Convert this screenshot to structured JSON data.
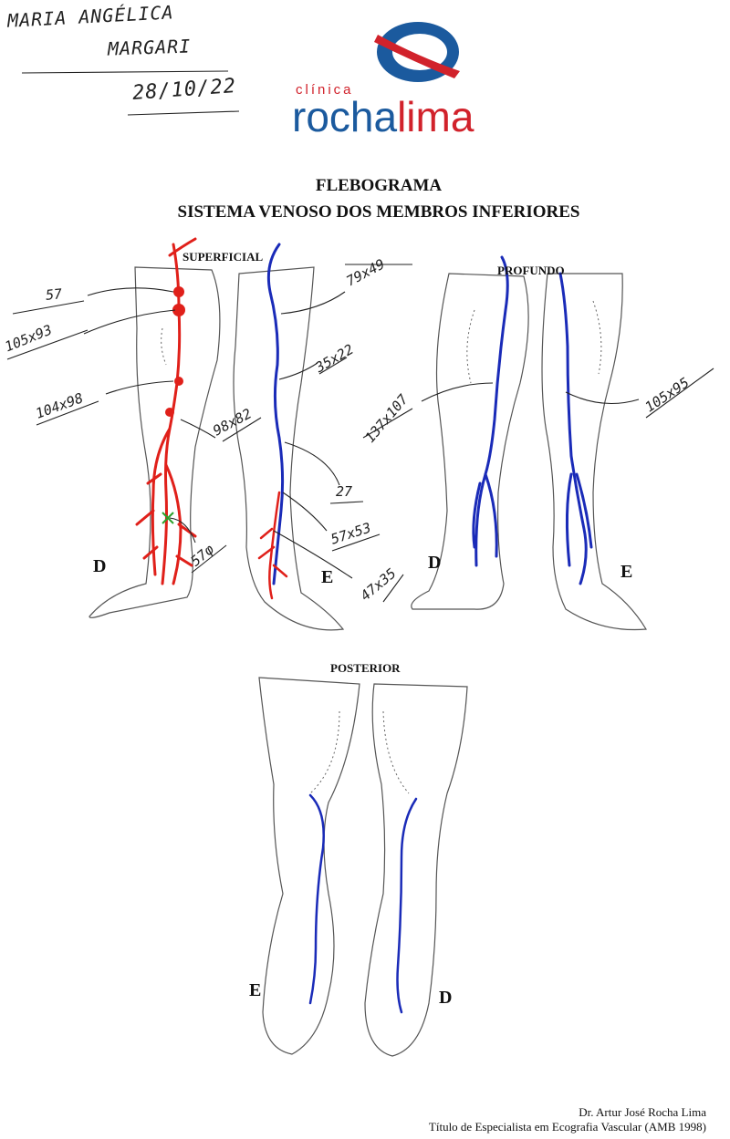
{
  "header": {
    "patient_name_line1": "MARIA ANGÉLICA",
    "patient_name_line2": "MARGARI",
    "date": "28/10/22",
    "logo": {
      "small": "clínica",
      "word_part1": "rocha",
      "word_part2": "lima"
    }
  },
  "titles": {
    "line1": "FLEBOGRAMA",
    "line2": "SISTEMA VENOSO DOS MEMBROS INFERIORES"
  },
  "sections": {
    "superficial": "SUPERFICIAL",
    "profundo": "PROFUNDO",
    "posterior": "POSTERIOR"
  },
  "side_letters": {
    "superficial_right": "D",
    "superficial_left": "E",
    "profundo_right": "D",
    "profundo_left": "E",
    "posterior_left": "E",
    "posterior_right": "D"
  },
  "measurements": {
    "sup_d_1": "57",
    "sup_d_2": "105x93",
    "sup_d_3": "104x98",
    "sup_d_4": "98x82",
    "sup_d_5": "57φ",
    "sup_e_1": "79x49",
    "sup_e_2": "35x22",
    "sup_e_3": "27",
    "sup_e_4": "57x53",
    "sup_e_5": "47x35",
    "prof_d_1": "137x107",
    "prof_e_1": "105x95"
  },
  "footer": {
    "doctor": "Dr. Artur José Rocha Lima",
    "title": "Título de Especialista em Ecografia Vascular (AMB 1998)"
  },
  "colors": {
    "vein_blue": "#1a2bb8",
    "vein_red": "#e0201a",
    "logo_blue": "#1b5a9e",
    "logo_red": "#d1222b",
    "outline": "#555555"
  }
}
